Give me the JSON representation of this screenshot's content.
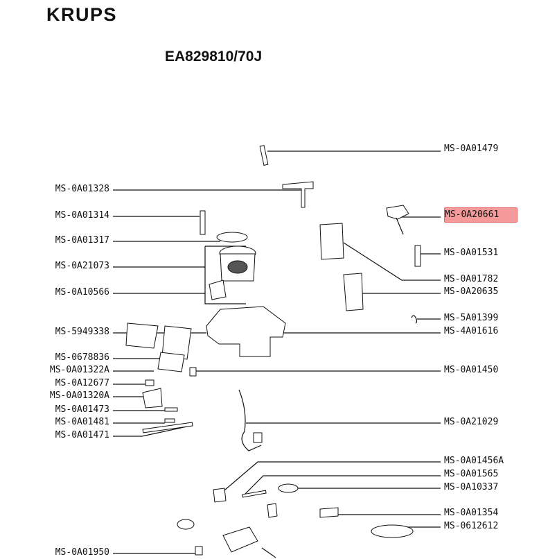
{
  "header": {
    "brand": "KRUPS",
    "model": "EA829810/70J"
  },
  "parts": {
    "p01479": "MS-0A01479",
    "p01328": "MS-0A01328",
    "p20661": "MS-0A20661",
    "p01314": "MS-0A01314",
    "p01317": "MS-0A01317",
    "p01531": "MS-0A01531",
    "p21073": "MS-0A21073",
    "p01782": "MS-0A01782",
    "p10566": "MS-0A10566",
    "p20635": "MS-0A20635",
    "p5a01399": "MS-5A01399",
    "p5949338": "MS-5949338",
    "p4a01616": "MS-4A01616",
    "p0678836": "MS-0678836",
    "p01322a": "MS-0A01322A",
    "p01450": "MS-0A01450",
    "p12677": "MS-0A12677",
    "p01320a": "MS-0A01320A",
    "p01473": "MS-0A01473",
    "p01481": "MS-0A01481",
    "p21029": "MS-0A21029",
    "p01471": "MS-0A01471",
    "p01456a": "MS-0A01456A",
    "p01565": "MS-0A01565",
    "p10337": "MS-0A10337",
    "p01354": "MS-0A01354",
    "p0612612": "MS-0612612",
    "p01950": "MS-0A01950"
  },
  "selected_part": "MS-0A20661",
  "colors": {
    "highlight_fill": "#f59a9a",
    "highlight_border": "#e66a6a",
    "ink": "#111111"
  }
}
